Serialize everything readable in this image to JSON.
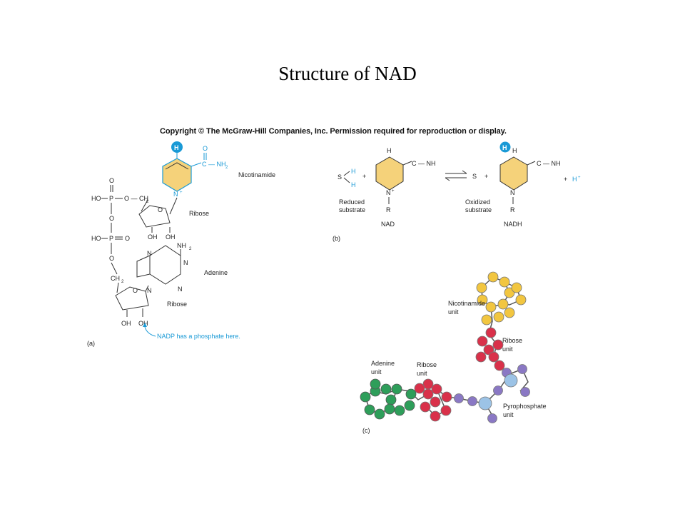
{
  "title": "Structure of NAD",
  "copyright": "Copyright © The McGraw-Hill Companies, Inc. Permission required for reproduction or display.",
  "panel_a": {
    "label": "(a)",
    "nicotinamide": "Nicotinamide",
    "ribose_top": "Ribose",
    "adenine": "Adenine",
    "ribose_bottom": "Ribose",
    "nadp_note": "NADP has a phosphate here.",
    "atoms": {
      "H": "H",
      "O": "O",
      "C_NH2": "C — NH",
      "sub2": "2",
      "N_plus": "N",
      "plus": "+",
      "HO": "HO",
      "P": "P",
      "O_CH2": "O — CH",
      "OH": "OH",
      "NH2": "NH",
      "N": "N",
      "CH2": "CH"
    }
  },
  "panel_b": {
    "label": "(b)",
    "reduced_substrate": [
      "Reduced",
      "substrate"
    ],
    "oxidized_substrate": [
      "Oxidized",
      "substrate"
    ],
    "nad_plus": "NAD",
    "nadh": "NADH",
    "S": "S",
    "H": "H",
    "R": "R",
    "plus_sign": "+",
    "H_plus": "H"
  },
  "panel_c": {
    "label": "(c)",
    "nicotinamide_unit": [
      "Nicotinamide",
      "unit"
    ],
    "ribose_unit_right": [
      "Ribose",
      "unit"
    ],
    "adenine_unit": [
      "Adenine",
      "unit"
    ],
    "ribose_unit_left": [
      "Ribose",
      "unit"
    ],
    "pyrophosphate_unit": [
      "Pyrophosphate",
      "unit"
    ]
  },
  "colors": {
    "nicotinamide_ring": "#f5d27a",
    "highlight_blue": "#1a9ad6",
    "adenine_green": "#2e9e5a",
    "ribose_red": "#d9314a",
    "phosphate_lightblue": "#9cc3e6",
    "oxygen_purple": "#8a78c4",
    "nicotinamide_yellow": "#f2c640"
  }
}
